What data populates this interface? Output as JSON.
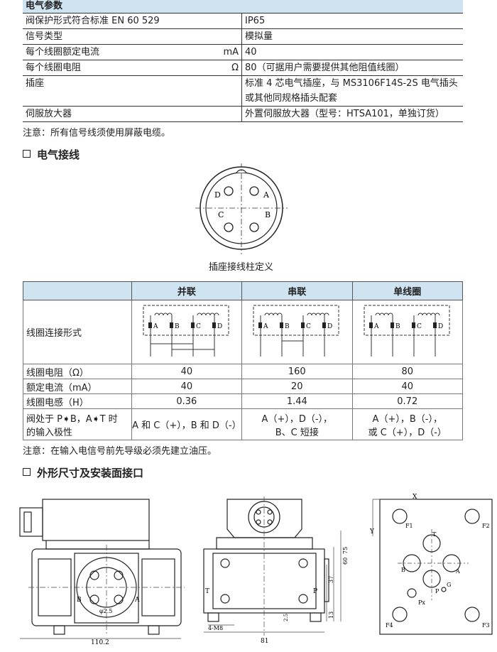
{
  "params": {
    "header": "电气参数",
    "rows": [
      {
        "label": "阀保护形式符合标准 EN 60 529",
        "unit": "",
        "value": "IP65"
      },
      {
        "label": "信号类型",
        "unit": "",
        "value": "模拟量"
      },
      {
        "label": "每个线圈额定电流",
        "unit": "mA",
        "value": "40"
      },
      {
        "label": "每个线圈电阻",
        "unit": "Ω",
        "value": "80（可据用户需要提供其他阻值线圈）"
      },
      {
        "label": "插座",
        "unit": "",
        "value": "标准 4 芯电气插座，与 MS3106F14S-2S 电气插头",
        "value2": "或其他同规格插头配套"
      },
      {
        "label": "伺服放大器",
        "unit": "",
        "value": "外置伺服放大器（型号：HTSA101，单独订货）"
      }
    ],
    "note": "注意：所有信号线须使用屏蔽电缆。"
  },
  "wiring": {
    "title": "电气接线",
    "socket_caption": "插座接线柱定义",
    "pins": [
      "A",
      "B",
      "C",
      "D"
    ]
  },
  "coil_table": {
    "columns": [
      "并联",
      "串联",
      "单线圈"
    ],
    "row_connection": "线圈连接形式",
    "pin_labels": [
      "A",
      "B",
      "C",
      "D"
    ],
    "rows": [
      {
        "label": "线圈电阻（Ω）",
        "values": [
          "40",
          "160",
          "80"
        ]
      },
      {
        "label": "额定电流（mA）",
        "values": [
          "40",
          "20",
          "40"
        ]
      },
      {
        "label": "线圈电感（H）",
        "values": [
          "0.36",
          "1.44",
          "0.72"
        ]
      }
    ],
    "polarity_label1": "阀处于 P➧B，A➧T 时",
    "polarity_label2": "的输入极性",
    "polarity": [
      [
        "A 和 C（+），B 和 D（-）",
        ""
      ],
      [
        "A（+），D（-），",
        "B、C 短接"
      ],
      [
        "A（+），B（-），",
        "或 C（+），D（-）"
      ]
    ],
    "note": "注意：在输入电信号前先导级必须先建立油压。"
  },
  "dimensions": {
    "title": "外形尺寸及安装面接口",
    "labels": [
      "B",
      "A",
      "φ2.5",
      "110.2",
      "T",
      "P",
      "4-M8",
      "81",
      "75",
      "60",
      "37",
      "13",
      "2.5",
      "X",
      "Y",
      "F1",
      "F2",
      "F3",
      "F4",
      "B",
      "A",
      "P",
      "T",
      "G",
      "Px"
    ]
  }
}
